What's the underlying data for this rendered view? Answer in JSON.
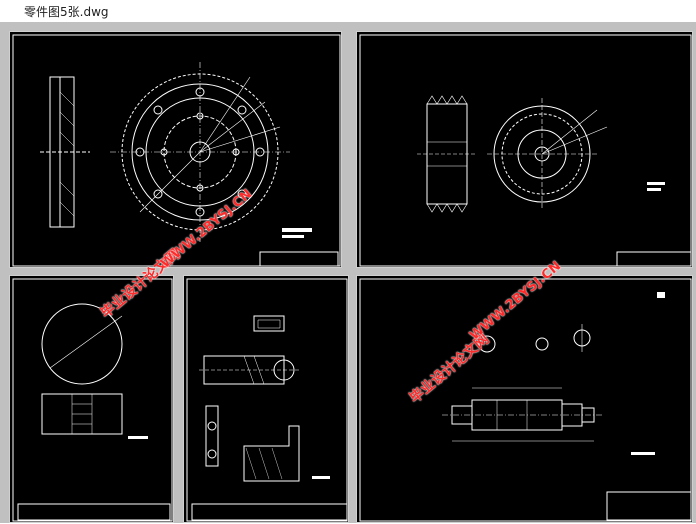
{
  "window": {
    "title": "零件图5张.dwg"
  },
  "watermark": {
    "line1": "毕业设计论文网",
    "line2": "WWW.2BYSJ.CN"
  },
  "colors": {
    "background": "#000000",
    "frame": "#ffffff",
    "watermark": "#ff2a2a",
    "sheet_border": "#d0d0d0"
  }
}
